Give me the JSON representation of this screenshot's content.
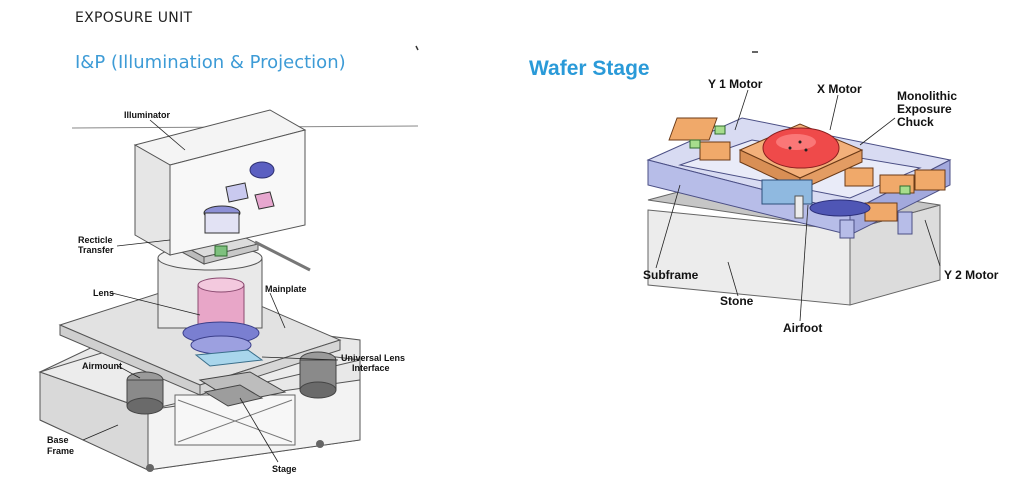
{
  "header": {
    "title": "EXPOSURE UNIT"
  },
  "left": {
    "subtitle": "I&P (Illumination & Projection)",
    "labels": {
      "illuminator": "Illuminator",
      "recticle_1": "Recticle",
      "recticle_2": "Transfer",
      "lens": "Lens",
      "mainplate": "Mainplate",
      "airmount": "Airmount",
      "ul_1": "Universal Lens",
      "ul_2": "Interface",
      "base_1": "Base",
      "base_2": "Frame",
      "stage": "Stage"
    }
  },
  "right": {
    "subtitle": "Wafer Stage",
    "labels": {
      "y1": "Y 1 Motor",
      "x": "X Motor",
      "mono_1": "Monolithic",
      "mono_2": "Exposure",
      "mono_3": "Chuck",
      "subframe": "Subframe",
      "stone": "Stone",
      "airfoot": "Airfoot",
      "y2": "Y 2 Motor"
    }
  },
  "colors": {
    "accent": "#2a9ad8",
    "lens_pink": "#e8a6c8",
    "lens_blue": "#7a7fd1",
    "chuck_red": "#ef4a4a",
    "chuck_orange": "#f3b07a",
    "stage_blue": "#b7bde8",
    "stone_gray": "#dcdcdc"
  }
}
